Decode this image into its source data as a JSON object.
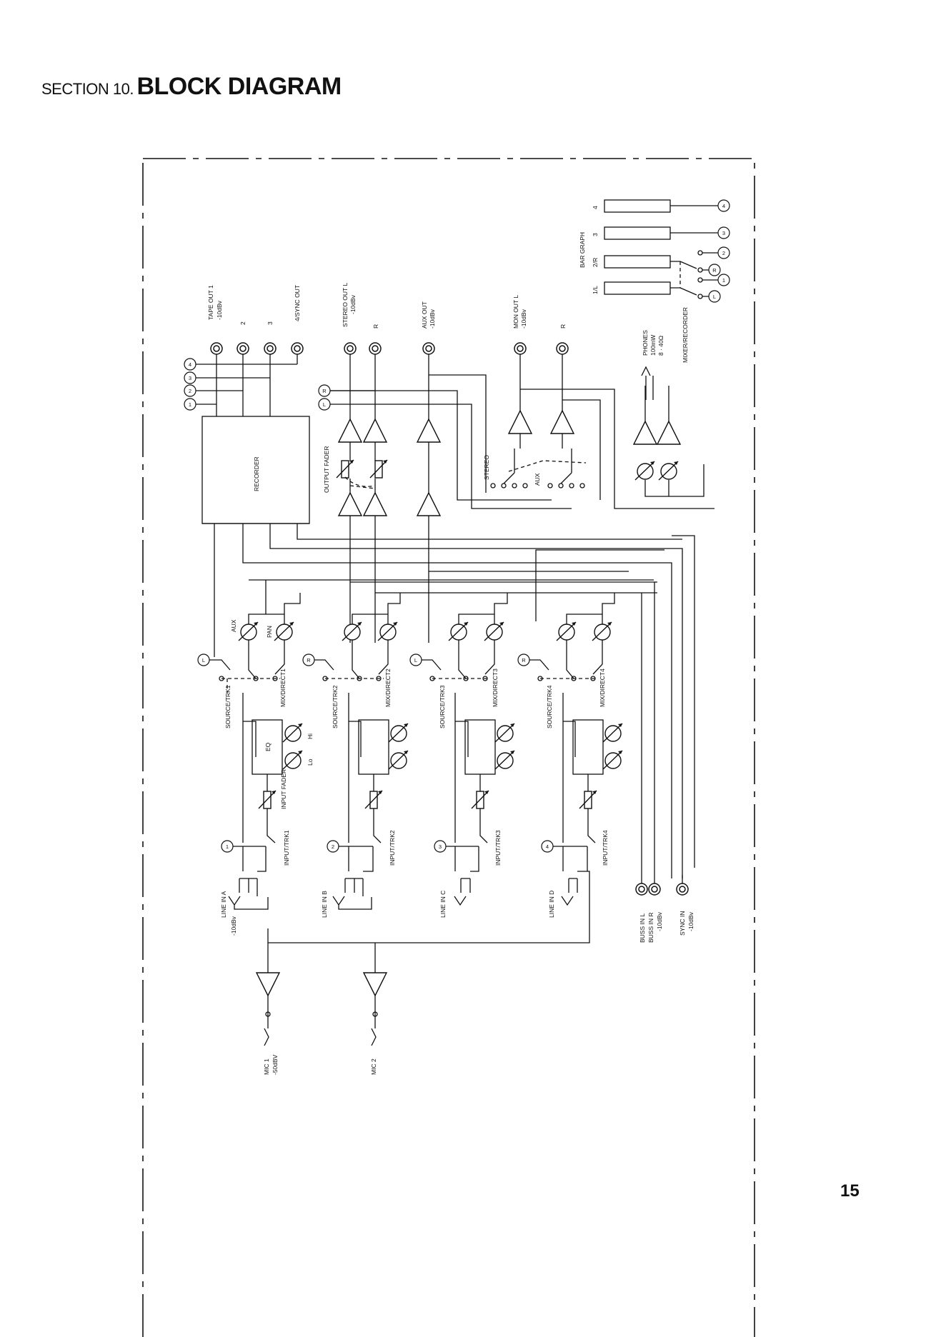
{
  "header": {
    "prefix": "SECTION 10.",
    "title": "BLOCK DIAGRAM"
  },
  "page_number": "15",
  "labels": {
    "tape_out_1": "TAPE OUT 1",
    "minus10dbv": "-10dBv",
    "num_2": "2",
    "num_3": "3",
    "num_4_sync_out": "4/SYNC OUT",
    "stereo_out_l": "STEREO OUT L",
    "r": "R",
    "aux_out": "AUX OUT",
    "mon_out_l": "MON OUT L",
    "bar_graph": "BAR GRAPH",
    "bg_4": "4",
    "bg_3": "3",
    "bg_2r": "2/R",
    "bg_1l": "1/L",
    "phones": "PHONES",
    "phones_mw": "100mW",
    "phones_ohm": "8 · 40Ω",
    "mixer_recorder": "MIXER/RECORDER",
    "recorder": "RECORDER",
    "output_fader": "OUTPUT FADER",
    "stereo": "STEREO",
    "aux": "AUX",
    "pan": "PAN",
    "source_trk1": "SOURCE/TRK1",
    "source_trk2": "SOURCE/TRK2",
    "source_trk3": "SOURCE/TRK3",
    "source_trk4": "SOURCE/TRK4",
    "mix_direct1": "MIX/DIRECT1",
    "mix_direct2": "MIX/DIRECT2",
    "mix_direct3": "MIX/DIRECT3",
    "mix_direct4": "MIX/DIRECT4",
    "eq": "EQ",
    "hi": "Hi",
    "lo": "Lo",
    "input_fader": "INPUT FADER",
    "input_trk1": "INPUT/TRK1",
    "input_trk2": "INPUT/TRK2",
    "input_trk3": "INPUT/TRK3",
    "input_trk4": "INPUT/TRK4",
    "line_in_a": "LINE IN A",
    "line_in_b": "LINE IN B",
    "line_in_c": "LINE IN C",
    "line_in_d": "LINE IN D",
    "mic1": "MIC 1",
    "minus50dbv": "-50dBV",
    "mic2": "MIC 2",
    "buss_in_l": "BUSS IN L",
    "buss_in_r": "BUSS IN R",
    "sync_in": "SYNC IN",
    "n1": "1",
    "n2": "2",
    "n3": "3",
    "n4": "4",
    "nL": "L",
    "nR": "R"
  }
}
